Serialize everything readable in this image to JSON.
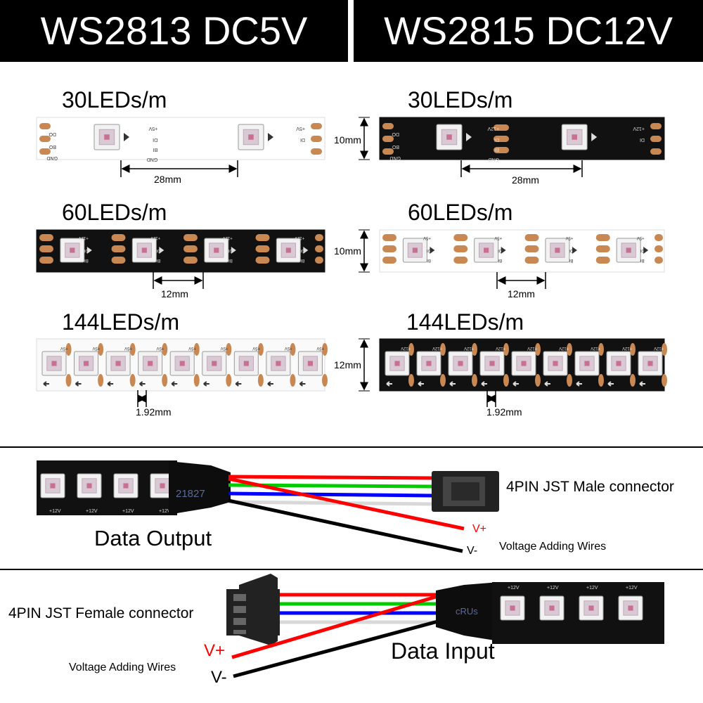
{
  "header": {
    "left_title": "WS2813 DC5V",
    "right_title": "WS2815 DC12V"
  },
  "strips": {
    "density_30": "30LEDs/m",
    "density_60": "60LEDs/m",
    "density_144": "144LEDs/m"
  },
  "dimensions": {
    "width_10": "10mm",
    "width_12": "12mm",
    "pitch_30": "28mm",
    "pitch_60": "12mm",
    "pitch_144": "1.92mm"
  },
  "strip_text": {
    "v5": "+5V",
    "v12": "+12V",
    "do": "DO",
    "bo": "BO",
    "gnd": "GND",
    "di": "DI",
    "bi": "BI"
  },
  "output_section": {
    "connector_label": "4PIN JST Male connector",
    "title": "Data Output",
    "vplus": "V+",
    "vminus": "V-",
    "wires_label": "Voltage Adding Wires",
    "cable_mark": "21827"
  },
  "input_section": {
    "connector_label": "4PIN JST Female connector",
    "title": "Data Input",
    "vplus": "V+",
    "vminus": "V-",
    "wires_label": "Voltage Adding Wires",
    "cable_mark": "cRUs"
  },
  "colors": {
    "header_bg": "#000000",
    "pad_copper": "#c98852",
    "led_white": "#f2f2f2",
    "wire_red": "#ff0000",
    "wire_green": "#00cc00",
    "wire_blue": "#0000ff",
    "wire_black": "#000000"
  }
}
